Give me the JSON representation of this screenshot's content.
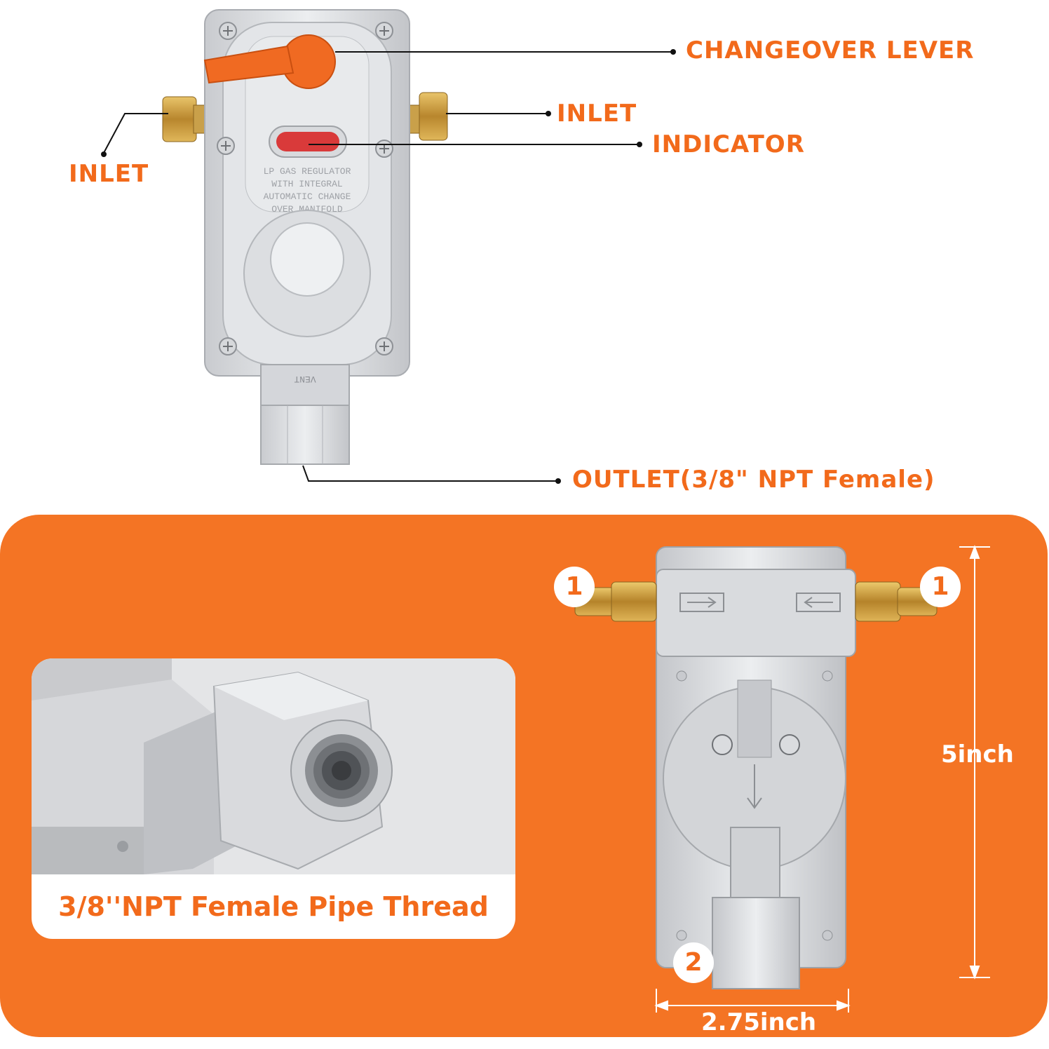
{
  "top_product": {
    "plate_text": [
      "LP GAS REGULATOR",
      "WITH INTEGRAL",
      "AUTOMATIC CHANGE",
      "OVER MANIFOLD"
    ],
    "vent_text": "VENT"
  },
  "callouts": {
    "changeover_lever": "CHANGEOVER LEVER",
    "inlet_right": "INLET",
    "indicator": "INDICATOR",
    "inlet_left": "INLET",
    "outlet": "OUTLET(3/8\" NPT Female)"
  },
  "detail_card": {
    "caption": "3/8''NPT Female Pipe Thread"
  },
  "dimensions": {
    "height_label": "5inch",
    "width_label": "2.75inch"
  },
  "badges": {
    "inlet_left": "1",
    "inlet_right": "1",
    "outlet": "2"
  },
  "colors": {
    "accent_orange": "#f26a1b",
    "panel_orange": "#f47424",
    "lever_orange": "#f06a22",
    "indicator_red": "#d93a3a"
  }
}
